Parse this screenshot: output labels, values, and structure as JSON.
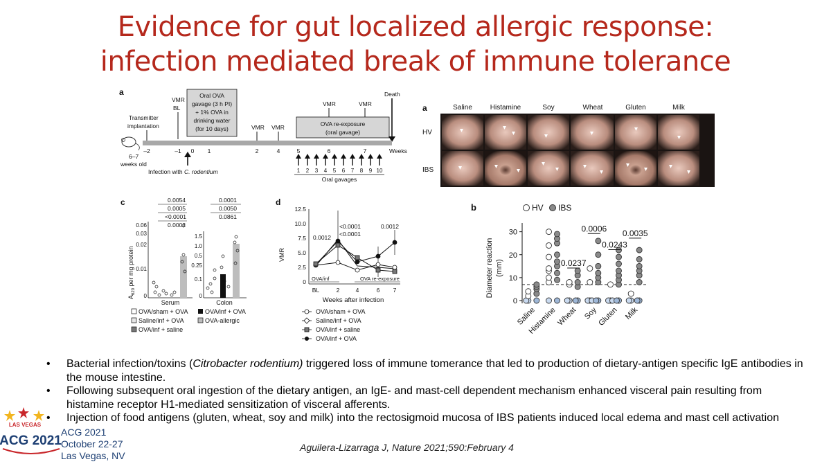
{
  "slide": {
    "title_line1": "Evidence for gut localized allergic response:",
    "title_line2": "infection mediated break of immune tolerance"
  },
  "panel_a": {
    "label": "a",
    "vmr_bl": "VMR",
    "bl": "BL",
    "box1": [
      "Oral OVA",
      "gavage (3 h PI)",
      "+ 1% OVA in",
      "drinking water",
      "(for 10 days)"
    ],
    "transmitter": [
      "Transmitter",
      "implantation"
    ],
    "vmr_2": "VMR",
    "vmr_4": "VMR",
    "vmr_6": "VMR",
    "vmr_7": "VMR",
    "box2": [
      "OVA re-exposure",
      "(oral gavage)"
    ],
    "death": "Death",
    "weeks": "Weeks",
    "axis_ticks": [
      "–2",
      "–1",
      "0",
      "1",
      "2",
      "4",
      "5",
      "6",
      "7"
    ],
    "age": [
      "6–7",
      "weeks old"
    ],
    "infection_prefix": "Infection with ",
    "infection_species": "C. rodentium",
    "gavage_numbers": [
      "1",
      "2",
      "3",
      "4",
      "5",
      "6",
      "7",
      "8",
      "9",
      "10"
    ],
    "gavage_label": "Oral gavages"
  },
  "panel_endo": {
    "label": "a",
    "columns": [
      "Saline",
      "Histamine",
      "Soy",
      "Wheat",
      "Gluten",
      "Milk"
    ],
    "rows": [
      "HV",
      "IBS"
    ]
  },
  "panel_c": {
    "label": "c",
    "ylabel_main": "A",
    "ylabel_sub": "620",
    "ylabel_rest": " per mg protein",
    "yticks_top": [
      "0.06",
      "0.03",
      "0.02",
      "0.01",
      "0"
    ],
    "yticks_colon": [
      "1.5",
      "1.0",
      "0.5",
      "0.25",
      "0.1",
      "0"
    ],
    "pvals_serum": [
      "0.0054",
      "0.0005",
      "<0.0001",
      "0.0002"
    ],
    "pvals_colon": [
      "0.0001",
      "0.0050",
      "0.0861"
    ],
    "groups": [
      "Serum",
      "Colon"
    ],
    "legend": [
      "OVA/sham + OVA",
      "OVA/inf + OVA",
      "Saline/inf + OVA",
      "OVA-allergic",
      "OVA/inf + saline"
    ]
  },
  "panel_d": {
    "label": "d",
    "ylabel": "VMR",
    "xlabel": "Weeks after infection",
    "yticks": [
      "12.5",
      "10.0",
      "7.5",
      "5.0",
      "2.5",
      "0"
    ],
    "xticks": [
      "BL",
      "2",
      "4",
      "6",
      "7"
    ],
    "pvals": [
      "0.0012",
      "<0.0001",
      "<0.0001",
      "0.0012"
    ],
    "phase1": "OVA/inf",
    "phase2": "OVA re-exposure",
    "legend": [
      "OVA/sham + OVA",
      "Saline/inf + OVA",
      "OVA/inf + saline",
      "OVA/inf + OVA"
    ]
  },
  "panel_b": {
    "label": "b",
    "legend": [
      "HV",
      "IBS"
    ],
    "ylabel": [
      "Diameter reaction",
      "(mm)"
    ],
    "yticks": [
      "30",
      "20",
      "10",
      "0"
    ],
    "xlabels": [
      "Saline",
      "Histamine",
      "Wheat",
      "Soy",
      "Gluten",
      "Milk"
    ],
    "pvals": [
      "0.0237",
      "0.0006",
      "0.0243",
      "0.0035"
    ]
  },
  "chart_data": {
    "type": "scatter",
    "title": "",
    "categories": [
      "Saline",
      "Histamine",
      "Wheat",
      "Soy",
      "Gluten",
      "Milk"
    ],
    "ylabel": "Diameter reaction (mm)",
    "ylim": [
      0,
      32
    ],
    "threshold": 7,
    "series": [
      {
        "name": "HV",
        "values": [
          [
            0,
            0,
            2,
            4
          ],
          [
            0,
            8,
            10,
            13,
            14,
            19,
            24,
            30
          ],
          [
            0,
            0,
            7,
            8
          ],
          [
            0,
            0,
            0,
            8,
            14
          ],
          [
            0,
            0,
            0,
            7
          ],
          [
            0,
            0,
            3
          ]
        ]
      },
      {
        "name": "IBS",
        "values": [
          [
            0,
            3,
            5,
            6,
            7
          ],
          [
            0,
            9,
            12,
            15,
            17,
            20,
            25,
            27,
            29
          ],
          [
            0,
            0,
            6,
            8,
            11,
            13
          ],
          [
            0,
            0,
            8,
            10,
            12,
            15,
            20,
            26
          ],
          [
            0,
            0,
            7,
            9,
            11,
            13,
            16,
            19,
            22
          ],
          [
            0,
            0,
            8,
            11,
            13,
            15,
            18,
            22
          ]
        ]
      }
    ]
  },
  "bullets": {
    "b1_a": "Bacterial infection/toxins (",
    "b1_italic": "Citrobacter rodentium)",
    "b1_b": "  triggered loss of immune tomerance that led to production of dietary-antigen specific IgE antibodies in the mouse intestine.",
    "b2": "Following subsequent oral ingestion of the dietary antigen, an IgE- and mast-cell dependent mechanism enhanced visceral pain resulting from histamine receptor H1-mediated sensitization of visceral afferents.",
    "b3": "Injection of food antigens (gluten, wheat, soy and milk) into the rectosigmoid mucosa of IBS patients induced local edema and mast cell activation"
  },
  "citation": "Aguilera-Lizarraga J, Nature 2021;590:February 4",
  "conference": {
    "logo_text": "ACG 2021",
    "logo_sub": "LAS VEGAS",
    "name": "ACG 2021",
    "dates": "October 22-27",
    "location": "Las Vegas, NV"
  },
  "colors": {
    "title": "#b5281c",
    "ibs_fill": "#8a8a8a",
    "hv_fill": "#ffffff",
    "logo_blue": "#1d3f73",
    "logo_red": "#c8262a"
  }
}
